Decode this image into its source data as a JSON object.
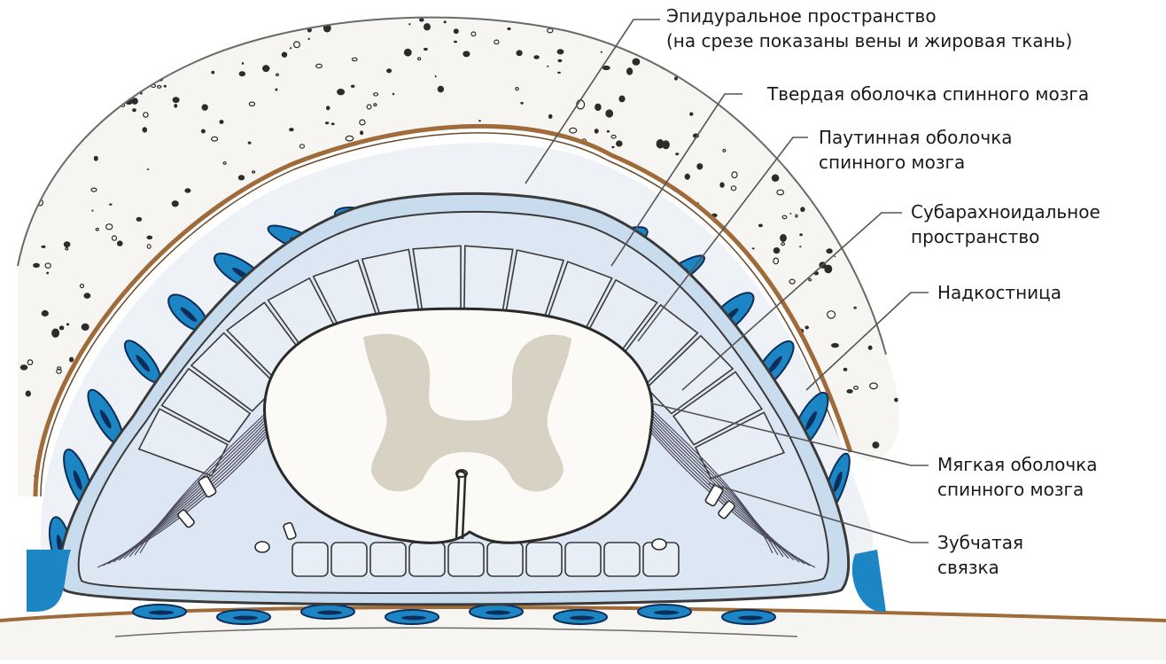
{
  "colors": {
    "bone_fill": "#f7f5f1",
    "bone_edge": "#a06b3a",
    "vein_blue": "#1c86c4",
    "vein_dark": "#0d2d5a",
    "membrane_fill": "#dde6f3",
    "cord_white": "#fbfaf6",
    "gray_matter": "#d8d2c4",
    "leader_line": "#555555",
    "label_text": "#1a1a1a"
  },
  "icons": [
    "spinal-cord-cross-section"
  ],
  "labels": {
    "epidural_1": "Эпидуральное пространство",
    "epidural_2": "(на срезе показаны вены и жировая ткань)",
    "dura": "Твердая оболочка спинного мозга",
    "arachnoid_1": "Паутинная оболочка",
    "arachnoid_2": "спинного мозга",
    "subarachnoid_1": "Субарахноидальное",
    "subarachnoid_2": "пространство",
    "periosteum": "Надкостница",
    "pia_1": "Мягкая оболочка",
    "pia_2": "спинного мозга",
    "denticulate_1": "Зубчатая",
    "denticulate_2": "связка"
  }
}
